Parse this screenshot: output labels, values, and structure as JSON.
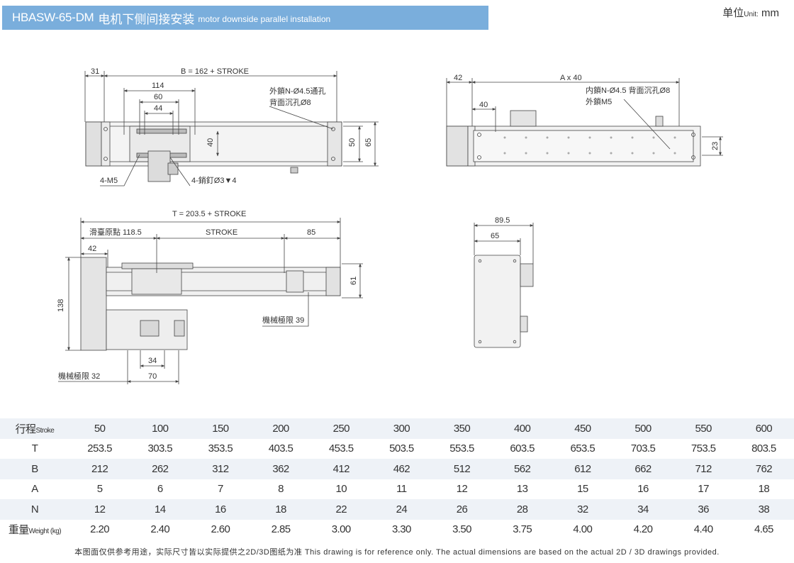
{
  "header": {
    "model": "HBASW-65-DM",
    "title_cn": "电机下侧间接安装",
    "title_en": "motor downside parallel installation"
  },
  "unit": {
    "label_cn": "单位",
    "label_en": "Unit:",
    "value": "mm"
  },
  "drawing": {
    "top_view": {
      "dim_31": "31",
      "dim_b": "B = 162 + STROKE",
      "dim_114": "114",
      "dim_60": "60",
      "dim_44": "44",
      "dim_40": "40",
      "dim_50": "50",
      "dim_65": "65",
      "note_hole_1": "外鎖N-Ø4.5通孔",
      "note_hole_2": "背面沉孔Ø8",
      "note_m5": "4-M5",
      "note_pin": "4-銷釘Ø3▼4"
    },
    "bottom_view": {
      "dim_42": "42",
      "dim_a": "A x 40",
      "dim_40": "40",
      "dim_23": "23",
      "note_1": "内鎖N-Ø4.5 背面沉孔Ø8",
      "note_2": "外鎖M5"
    },
    "side_view": {
      "dim_t": "T = 203.5 + STROKE",
      "dim_origin": "滑臺原點 118.5",
      "dim_stroke": "STROKE",
      "dim_85": "85",
      "dim_42": "42",
      "dim_61": "61",
      "dim_138": "138",
      "dim_limit_39": "機械極限 39",
      "dim_34": "34",
      "dim_limit_32": "機械極限 32",
      "dim_70": "70"
    },
    "end_view": {
      "dim_89_5": "89.5",
      "dim_65": "65"
    }
  },
  "spec_table": {
    "rows": [
      {
        "label": "行程",
        "label_small": "Stroke",
        "values": [
          "50",
          "100",
          "150",
          "200",
          "250",
          "300",
          "350",
          "400",
          "450",
          "500",
          "550",
          "600"
        ]
      },
      {
        "label": "T",
        "label_small": "",
        "values": [
          "253.5",
          "303.5",
          "353.5",
          "403.5",
          "453.5",
          "503.5",
          "553.5",
          "603.5",
          "653.5",
          "703.5",
          "753.5",
          "803.5"
        ]
      },
      {
        "label": "B",
        "label_small": "",
        "values": [
          "212",
          "262",
          "312",
          "362",
          "412",
          "462",
          "512",
          "562",
          "612",
          "662",
          "712",
          "762"
        ]
      },
      {
        "label": "A",
        "label_small": "",
        "values": [
          "5",
          "6",
          "7",
          "8",
          "10",
          "11",
          "12",
          "13",
          "15",
          "16",
          "17",
          "18"
        ]
      },
      {
        "label": "N",
        "label_small": "",
        "values": [
          "12",
          "14",
          "16",
          "18",
          "22",
          "24",
          "26",
          "28",
          "32",
          "34",
          "36",
          "38"
        ]
      },
      {
        "label": "重量",
        "label_small": "Weight (kg)",
        "values": [
          "2.20",
          "2.40",
          "2.60",
          "2.85",
          "3.00",
          "3.30",
          "3.50",
          "3.75",
          "4.00",
          "4.20",
          "4.40",
          "4.65"
        ]
      }
    ]
  },
  "footer": {
    "note": "本图面仅供参考用途，实际尺寸皆以实际提供之2D/3D图纸为准 This drawing is for reference only. The actual dimensions are based on the actual 2D / 3D drawings provided."
  }
}
